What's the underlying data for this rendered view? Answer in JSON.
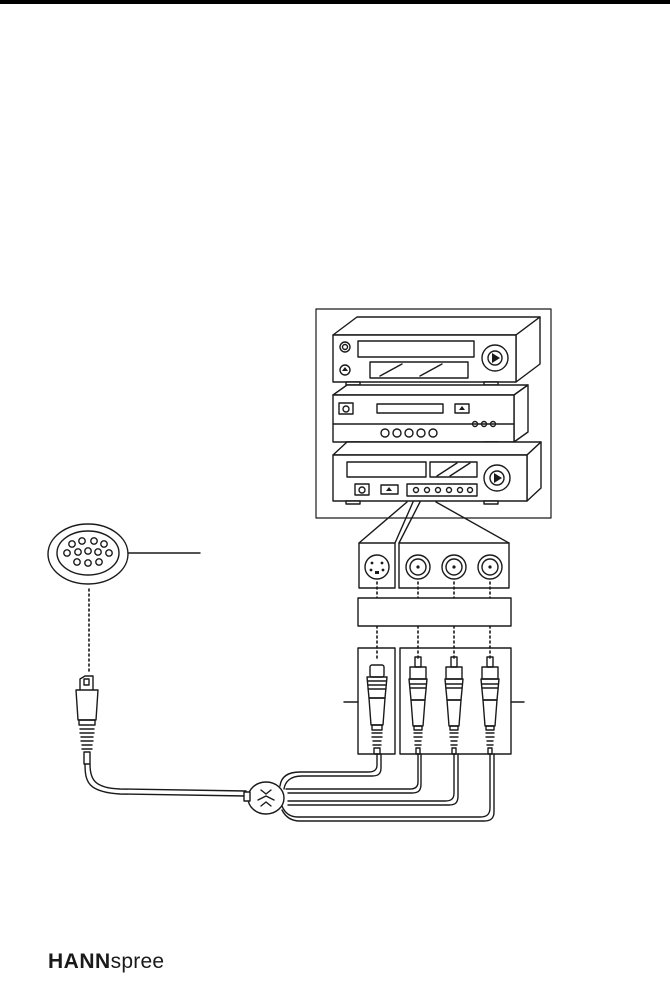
{
  "page": {
    "brand": {
      "bold_part": "HANN",
      "regular_part": "spree"
    }
  },
  "diagram": {
    "components": [
      "power-button-icon",
      "eject-button-icon",
      "play-button-icon",
      "s-video-jack",
      "composite-video-jack",
      "audio-left-jack",
      "audio-right-jack",
      "s-video-plug",
      "rca-plug",
      "av-connector-port"
    ],
    "colors": {
      "line": "#1a1a1a",
      "background": "#ffffff"
    }
  }
}
